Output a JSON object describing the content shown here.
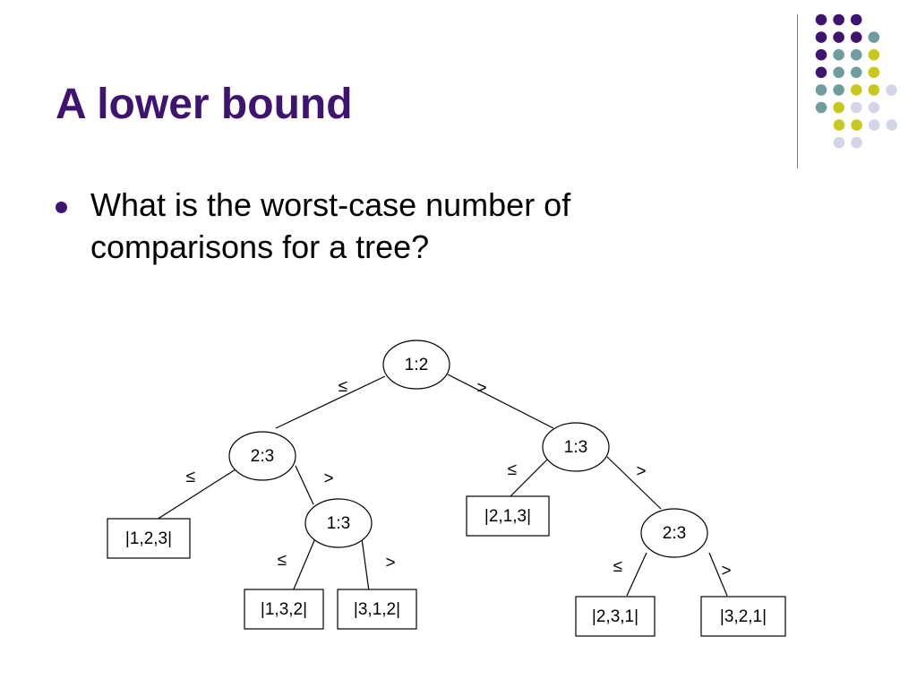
{
  "slide": {
    "title": "A lower bound",
    "bullet": "What is the worst-case number of comparisons for a tree?"
  },
  "colors": {
    "title": "#3f1470",
    "bullet": "#3f1470",
    "dot_palette": [
      "#3f1470",
      "#6f9c9c",
      "#c8c81c",
      "#d4d4e8"
    ]
  },
  "decoration": {
    "dot_rows": [
      [
        0,
        0,
        0
      ],
      [
        0,
        0,
        0,
        1
      ],
      [
        0,
        1,
        1,
        2
      ],
      [
        0,
        1,
        1,
        2
      ],
      [
        1,
        1,
        2,
        2,
        3
      ],
      [
        1,
        2,
        3,
        3
      ],
      [
        2,
        2,
        3,
        3
      ],
      [
        3,
        3
      ]
    ]
  },
  "tree": {
    "nodes": [
      {
        "id": "n1",
        "label": "1:2"
      },
      {
        "id": "n2",
        "label": "2:3"
      },
      {
        "id": "n3",
        "label": "1:3"
      },
      {
        "id": "n4",
        "label": "1:3"
      },
      {
        "id": "n5",
        "label": "2:3"
      }
    ],
    "leaves": [
      {
        "id": "l1",
        "label": "|1,2,3|"
      },
      {
        "id": "l2",
        "label": "|1,3,2|"
      },
      {
        "id": "l3",
        "label": "|3,1,2|"
      },
      {
        "id": "l4",
        "label": "|2,1,3|"
      },
      {
        "id": "l5",
        "label": "|2,3,1|"
      },
      {
        "id": "l6",
        "label": "|3,2,1|"
      }
    ],
    "edges": [
      {
        "from": "n1",
        "to": "n2",
        "label": "≤"
      },
      {
        "from": "n1",
        "to": "n3",
        "label": ">"
      },
      {
        "from": "n2",
        "to": "l1",
        "label": "≤"
      },
      {
        "from": "n2",
        "to": "n4",
        "label": ">"
      },
      {
        "from": "n4",
        "to": "l2",
        "label": "≤"
      },
      {
        "from": "n4",
        "to": "l3",
        "label": ">"
      },
      {
        "from": "n3",
        "to": "l4",
        "label": "≤"
      },
      {
        "from": "n3",
        "to": "n5",
        "label": ">"
      },
      {
        "from": "n5",
        "to": "l5",
        "label": "≤"
      },
      {
        "from": "n5",
        "to": "l6",
        "label": ">"
      }
    ]
  }
}
